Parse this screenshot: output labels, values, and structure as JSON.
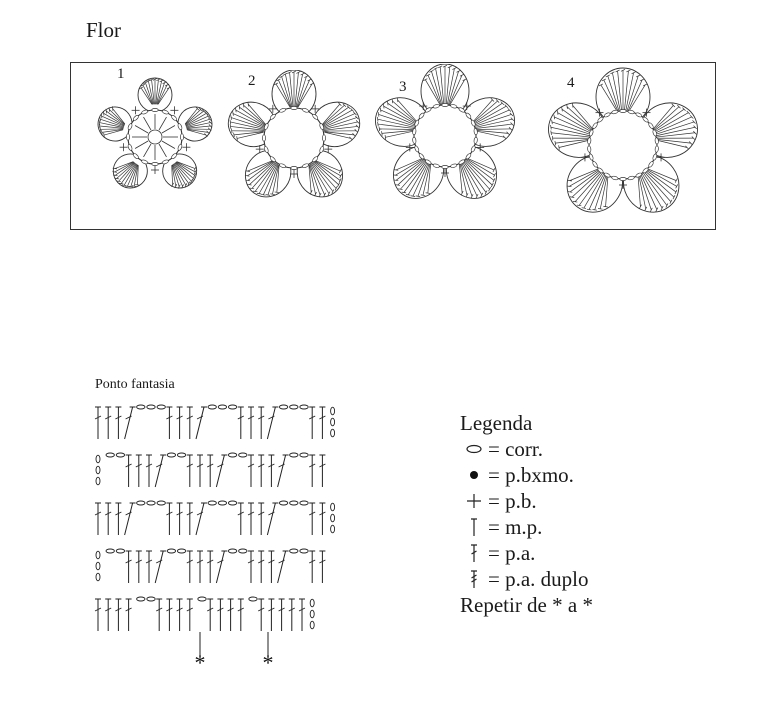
{
  "title": "Flor",
  "steps": [
    {
      "label": "1",
      "petals": 5,
      "ring": 27,
      "ring_chains": 16,
      "petal_dist": 42,
      "petal_w": 17,
      "petal_h": 17,
      "inner_spokes": 12
    },
    {
      "label": "2",
      "petals": 5,
      "ring": 30,
      "ring_chains": 16,
      "petal_dist": 44,
      "petal_w": 22,
      "petal_h": 24,
      "inner_spokes": 0
    },
    {
      "label": "3",
      "petals": 5,
      "ring": 31,
      "ring_chains": 22,
      "petal_dist": 45,
      "petal_w": 24,
      "petal_h": 27,
      "inner_spokes": 0
    },
    {
      "label": "4",
      "petals": 5,
      "ring": 34,
      "ring_chains": 26,
      "petal_dist": 48,
      "petal_w": 27,
      "petal_h": 29,
      "inner_spokes": 0
    }
  ],
  "ponto_fantasia": {
    "title": "Ponto fantasia",
    "repeat_mark": "*",
    "rows": [
      "TTT/oooTTT/oooTTT/oooTT0",
      "0ooTTT/ooTTT/ooTTT/ooTT",
      "TTT/oooTTT/oooTTT/oooTT0",
      "0ooTTT/ooTTT/ooTTT/ooTT",
      "TTTTooTTTToTTTToTTTTT0"
    ]
  },
  "legend": {
    "title": "Legenda",
    "items": [
      {
        "symbol": "chain-icon",
        "text": "= corr."
      },
      {
        "symbol": "slip-stitch-icon",
        "text": "= p.bxmo."
      },
      {
        "symbol": "single-crochet-icon",
        "text": "= p.b."
      },
      {
        "symbol": "half-double-icon",
        "text": "= m.p."
      },
      {
        "symbol": "double-crochet-icon",
        "text": "= p.a."
      },
      {
        "symbol": "treble-crochet-icon",
        "text": "= p.a. duplo"
      }
    ],
    "repeat": "Repetir de * a *"
  }
}
